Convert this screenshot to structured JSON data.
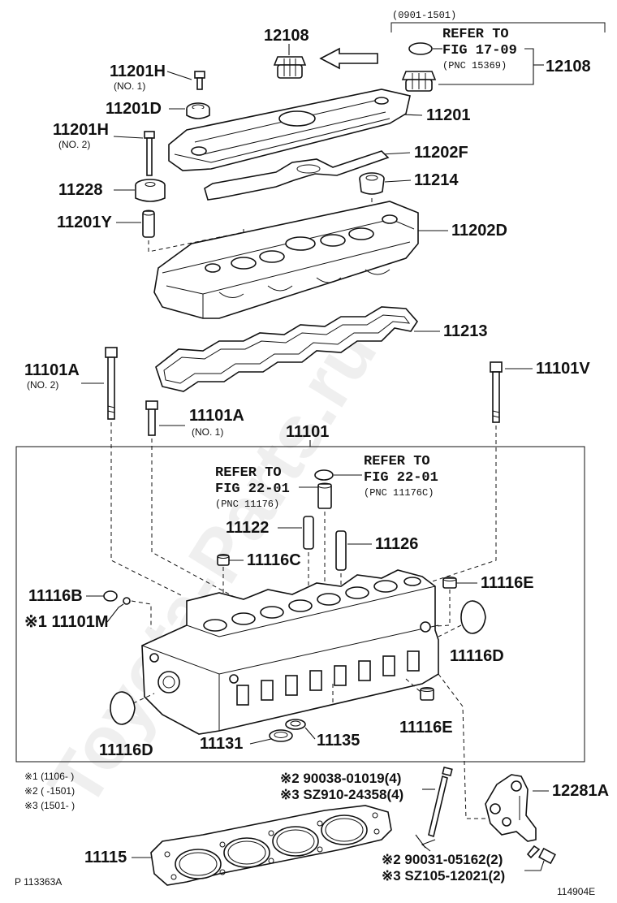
{
  "watermark": "Toyota-Parts.ru",
  "group_box": {
    "code": "11101"
  },
  "range_note": "(0901-1501)",
  "refer_top": {
    "line1": "REFER TO",
    "line2": "FIG 17-09",
    "line3": "(PNC 15369)"
  },
  "refer_left": {
    "line1": "REFER TO",
    "line2": "FIG 22-01",
    "line3": "(PNC 11176)"
  },
  "refer_right": {
    "line1": "REFER TO",
    "line2": "FIG 22-01",
    "line3": "(PNC 11176C)"
  },
  "parts": {
    "p12108a": "12108",
    "p12108b": "12108",
    "p11201h1": "11201H",
    "p11201h1_note": "(NO. 1)",
    "p11201d": "11201D",
    "p11201": "11201",
    "p11201h2": "11201H",
    "p11201h2_note": "(NO. 2)",
    "p11202f": "11202F",
    "p11228": "11228",
    "p11214": "11214",
    "p11201y": "11201Y",
    "p11202d": "11202D",
    "p11213": "11213",
    "p11101a2": "11101A",
    "p11101a2_note": "(NO. 2)",
    "p11101v": "11101V",
    "p11101a1": "11101A",
    "p11101a1_note": "(NO. 1)",
    "p11122": "11122",
    "p11126": "11126",
    "p11116c": "11116C",
    "p11116e_top": "11116E",
    "p11116b": "11116B",
    "p11101m": "※1 11101M",
    "p11116d_right": "11116D",
    "p11116d_left": "11116D",
    "p11116e_bottom": "11116E",
    "p11131": "11131",
    "p11135": "11135",
    "p12281a": "12281A",
    "p11115": "11115",
    "bolt_a1": "※2 90038-01019(4)",
    "bolt_a2": "※3 SZ910-24358(4)",
    "bolt_b1": "※2 90031-05162(2)",
    "bolt_b2": "※3 SZ105-12021(2)"
  },
  "notes": [
    "※1 (1106-     )",
    "※2 (     -1501)",
    "※3 (1501-     )"
  ],
  "footer": {
    "left": "P 113363A",
    "right": "114904E"
  }
}
